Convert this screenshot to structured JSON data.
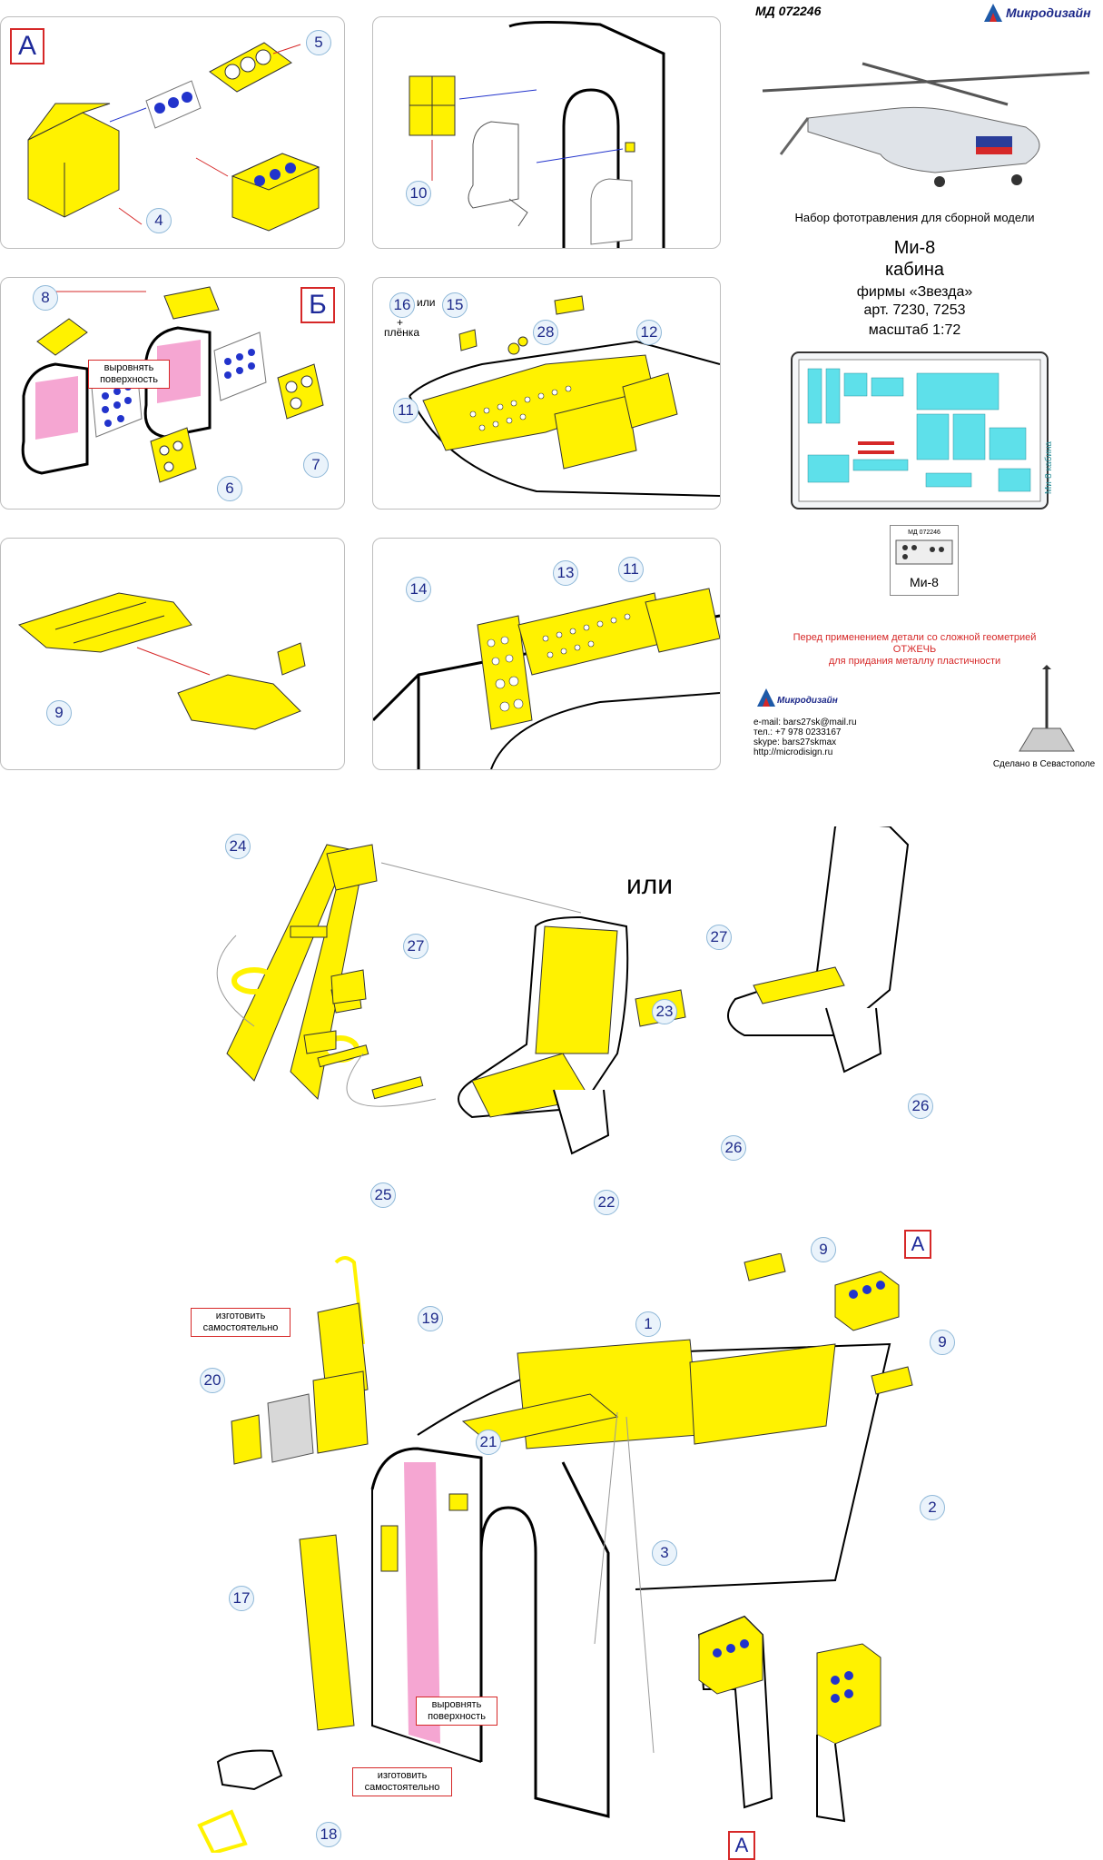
{
  "header": {
    "code": "МД 072246",
    "brand": "Микродизайн"
  },
  "title_block": {
    "line1": "Набор фототравления для сборной модели",
    "model": "Ми-8",
    "part": "кабина",
    "maker": "фирмы «Звезда»",
    "article": "арт. 7230, 7253",
    "scale": "масштаб 1:72",
    "fret_label": "Ми-8 кабина",
    "card_code": "МД 072246",
    "card_title": "Ми-8"
  },
  "warning": {
    "line1": "Перед применением детали со сложной геометрией",
    "line2": "ОТЖЕЧЬ",
    "line3": "для придания металлу пластичности"
  },
  "contacts": {
    "brand": "Микродизайн",
    "email": "e-mail: bars27sk@mail.ru",
    "phone": "тел.: +7 978 0233167",
    "skype": "skype: bars27skmax",
    "site": "http://microdisign.ru",
    "made_in": "Сделано в Севастополе"
  },
  "letters": {
    "a": "А",
    "b": "Б"
  },
  "texts": {
    "or_big": "или",
    "or_small": "или",
    "plenka": "плёнка",
    "plus": "+"
  },
  "notes": {
    "align": "выровнять поверхность",
    "make_self": "изготовить самостоятельно"
  },
  "numbers": [
    "1",
    "2",
    "3",
    "4",
    "5",
    "6",
    "7",
    "8",
    "9",
    "10",
    "11",
    "12",
    "13",
    "14",
    "15",
    "16",
    "17",
    "18",
    "19",
    "20",
    "21",
    "22",
    "23",
    "24",
    "25",
    "26",
    "27",
    "28"
  ],
  "colors": {
    "part_yellow": "#fff200",
    "pink": "#f5a6d2",
    "accent_red": "#d62828",
    "label_blue": "#1e2a8a",
    "fret_cyan": "#5ee0ea"
  }
}
